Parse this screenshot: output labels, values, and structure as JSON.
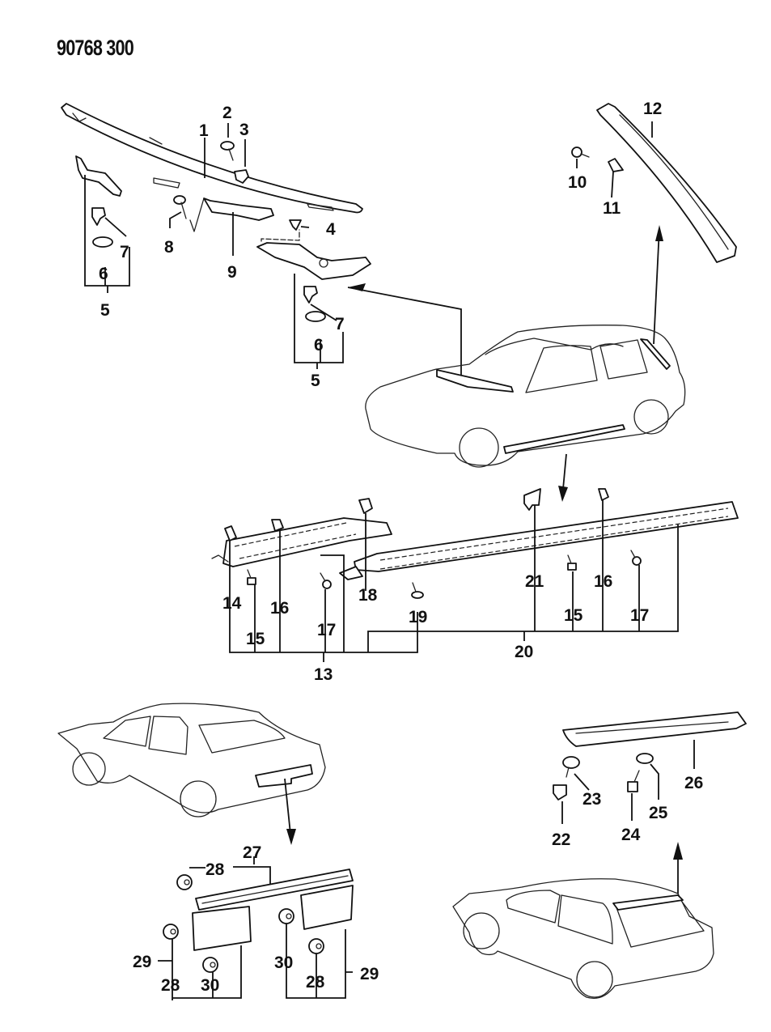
{
  "diagram": {
    "id_text": "90768 300",
    "subject": "Exterior moldings, garnish, spoiler and fasteners exploded parts diagram",
    "callouts": {
      "c1": "1",
      "c2": "2",
      "c3": "3",
      "c4": "4",
      "c5a": "5",
      "c6a": "6",
      "c7a": "7",
      "c5b": "5",
      "c6b": "6",
      "c7b": "7",
      "c8": "8",
      "c9": "9",
      "c10": "10",
      "c11": "11",
      "c12": "12",
      "c13": "13",
      "c14": "14",
      "c15a": "15",
      "c16a": "16",
      "c17a": "17",
      "c18": "18",
      "c19": "19",
      "c20": "20",
      "c21": "21",
      "c15b": "15",
      "c16b": "16",
      "c17b": "17",
      "c22": "22",
      "c23": "23",
      "c24": "24",
      "c25": "25",
      "c26": "26",
      "c27": "27",
      "c28a": "28",
      "c28b": "28",
      "c28c": "28",
      "c29a": "29",
      "c29b": "29",
      "c30a": "30",
      "c30b": "30"
    },
    "vehicles": [
      "hatchback-3door-front",
      "sedan-4door-rear",
      "hatchback-3door-rear"
    ]
  }
}
